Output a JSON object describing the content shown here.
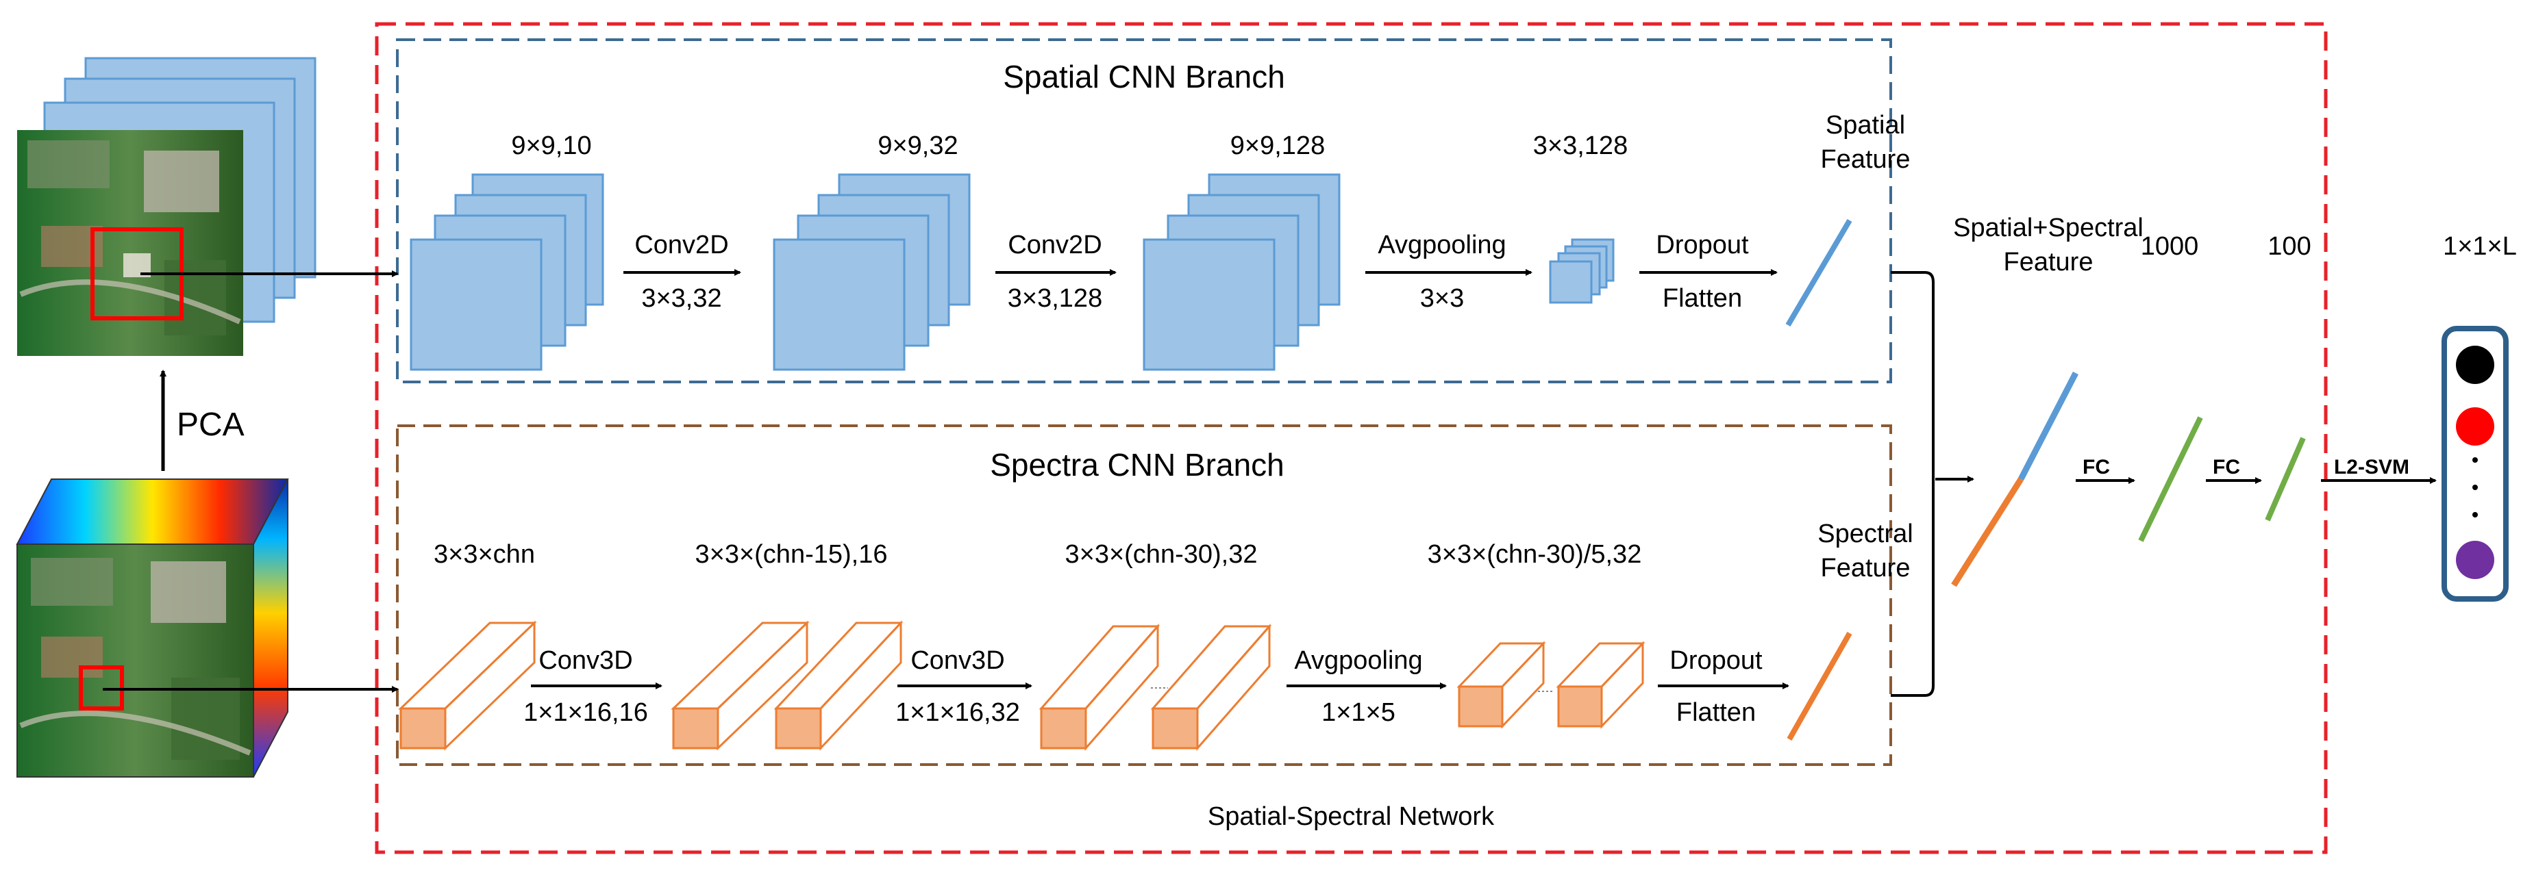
{
  "colors": {
    "outer_border": "#e8222a",
    "spatial_border": "#3d6b93",
    "spectral_border": "#8a5a32",
    "spatial_block_fill": "#9dc3e6",
    "spatial_block_stroke": "#5b9bd5",
    "spectral_block_fill": "#f4b183",
    "spectral_block_stroke": "#ed7d31",
    "spatial_feature_line": "#5b9bd5",
    "spectral_feature_line": "#ed7d31",
    "fc_line": "#70ad47",
    "output_box": "#2e5f8a",
    "class_colors": [
      "#000000",
      "#ff0000",
      "#7030a0"
    ]
  },
  "labels": {
    "pca": "PCA",
    "network": "Spatial-Spectral Network",
    "spatial_branch": {
      "title": "Spatial CNN  Branch",
      "dims": [
        "9×9,10",
        "9×9,32",
        "9×9,128",
        "3×3,128"
      ],
      "ops": [
        {
          "top": "Conv2D",
          "bottom": "3×3,32"
        },
        {
          "top": "Conv2D",
          "bottom": "3×3,128"
        },
        {
          "top": "Avgpooling",
          "bottom": "3×3"
        },
        {
          "top": "Dropout",
          "bottom": "Flatten"
        }
      ],
      "feature": [
        "Spatial",
        "Feature"
      ]
    },
    "spectral_branch": {
      "title": "Spectra CNN  Branch",
      "dims": [
        "3×3×chn",
        "3×3×(chn-15),16",
        "3×3×(chn-30),32",
        "3×3×(chn-30)/5,32"
      ],
      "ops": [
        {
          "top": "Conv3D",
          "bottom": "1×1×16,16"
        },
        {
          "top": "Conv3D",
          "bottom": "1×1×16,32"
        },
        {
          "top": "Avgpooling",
          "bottom": "1×1×5"
        },
        {
          "top": "Dropout",
          "bottom": "Flatten"
        }
      ],
      "feature": [
        "Spectral",
        "Feature"
      ]
    },
    "fusion": [
      "Spatial+Spectral",
      "Feature"
    ],
    "fc_dims": [
      "1000",
      "100"
    ],
    "output_dim": "1×1×L",
    "fc": [
      "FC",
      "FC"
    ],
    "classifier": "L2-SVM"
  }
}
